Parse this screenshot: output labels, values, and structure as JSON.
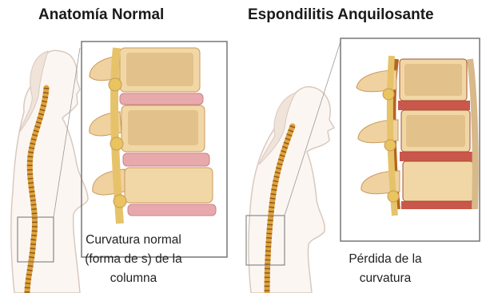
{
  "panels": {
    "normal": {
      "title": "Anatomía Normal",
      "caption": [
        "Curvatura normal",
        "(forma de s) de la",
        "columna"
      ]
    },
    "as": {
      "title": "Espondilitis Anquilosante",
      "caption": [
        "Pérdida de la",
        "curvatura"
      ]
    }
  },
  "colors": {
    "bone": "#f2d7a6",
    "bone_dark": "#c99a5a",
    "disc": "#e8a9ad",
    "fusion": "#c0392b",
    "skin_line": "#d9c9bf",
    "spine": "#e0a23c",
    "frame": "#777777"
  }
}
